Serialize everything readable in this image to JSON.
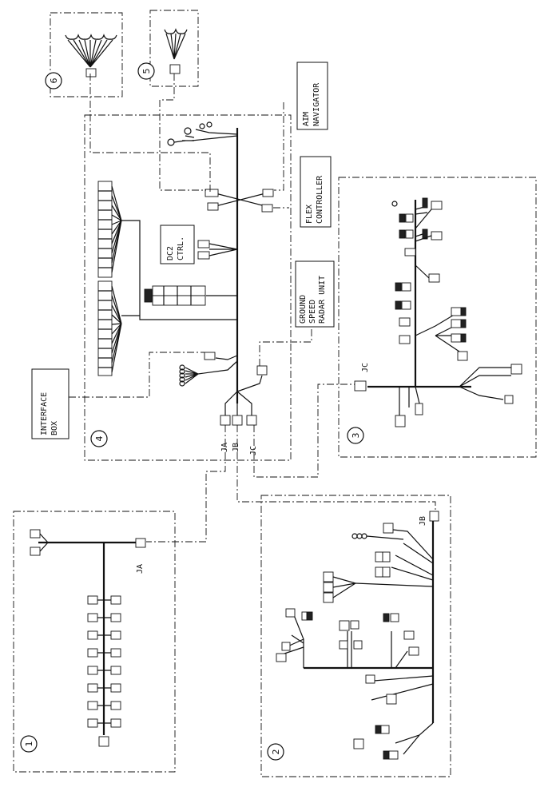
{
  "harness_numbers": [
    "1",
    "2",
    "3",
    "4",
    "5",
    "6"
  ],
  "components": {
    "aim_navigator": [
      "AIM",
      "NAVIGATOR"
    ],
    "flex_controller": [
      "FLEX",
      "CONTROLLER"
    ],
    "ground_speed_radar": [
      "GROUND",
      "SPEED",
      "RADAR UNIT"
    ],
    "interface_box": [
      "INTERFACE",
      "BOX"
    ],
    "dc2_ctrl": [
      "DC2",
      "CTRL."
    ]
  },
  "junctions": {
    "ja": "JA",
    "jb": "JB",
    "jc": "JC"
  }
}
